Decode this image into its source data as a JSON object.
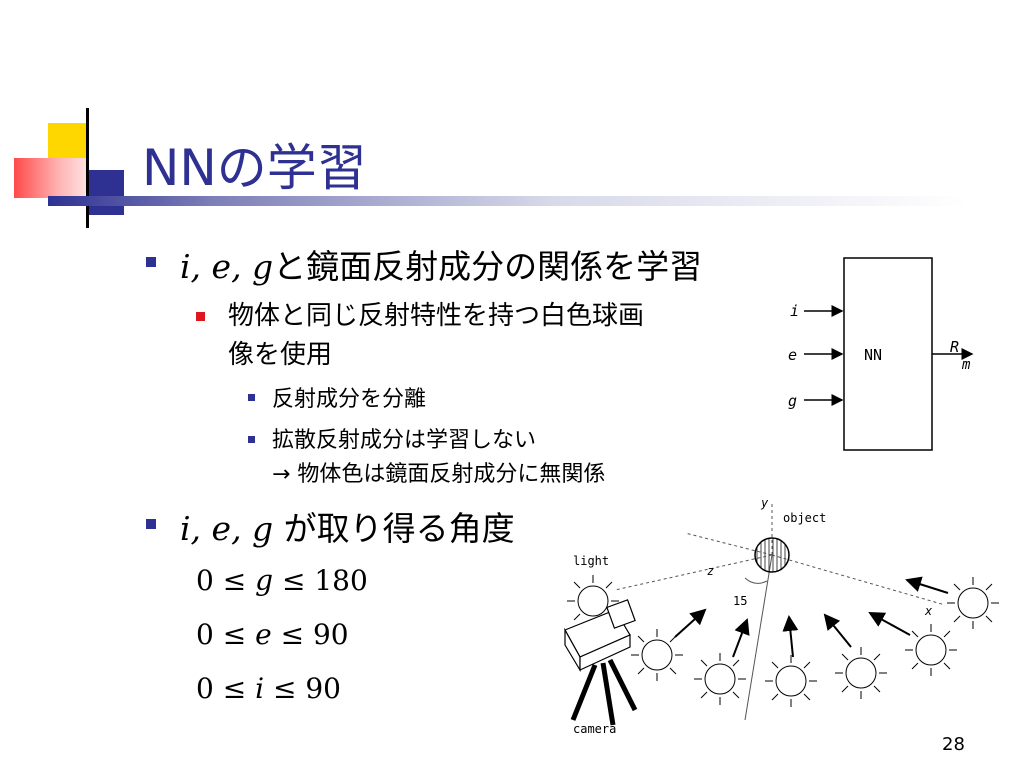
{
  "slide": {
    "title": "NNの学習",
    "page_number": "28"
  },
  "bullets": {
    "b1_vars": "i, e, g",
    "b1_text": "と鏡面反射成分の関係を学習",
    "b1_sub1_line1": "物体と同じ反射特性を持つ白色球画",
    "b1_sub1_line2": "像を使用",
    "b1_sub1_sub1": "反射成分を分離",
    "b1_sub1_sub2": "拡散反射成分は学習しない",
    "b1_sub1_sub2_cont": "→  物体色は鏡面反射成分に無関係",
    "b2_vars": "i, e, g",
    "b2_text": " が取り得る角度"
  },
  "ranges": [
    {
      "low": "0",
      "op1": "≤",
      "var": "g",
      "op2": "≤",
      "high": "180"
    },
    {
      "low": "0",
      "op1": "≤",
      "var": "e",
      "op2": "≤",
      "high": "90"
    },
    {
      "low": "0",
      "op1": "≤",
      "var": "i",
      "op2": "≤",
      "high": "90"
    }
  ],
  "nn_diagram": {
    "input_i": "i",
    "input_e": "e",
    "input_g": "g",
    "box_label": "NN",
    "output": "R",
    "output_sub": "m"
  },
  "scene_diagram": {
    "axis_y": "y",
    "axis_z": "z",
    "axis_x": "x",
    "object_label": "object",
    "light_label": "light",
    "angle_label": "15",
    "camera_label": "camera"
  },
  "colors": {
    "title": "#2e3192",
    "bullet_blue": "#2e3192",
    "bullet_red": "#e0161e"
  }
}
